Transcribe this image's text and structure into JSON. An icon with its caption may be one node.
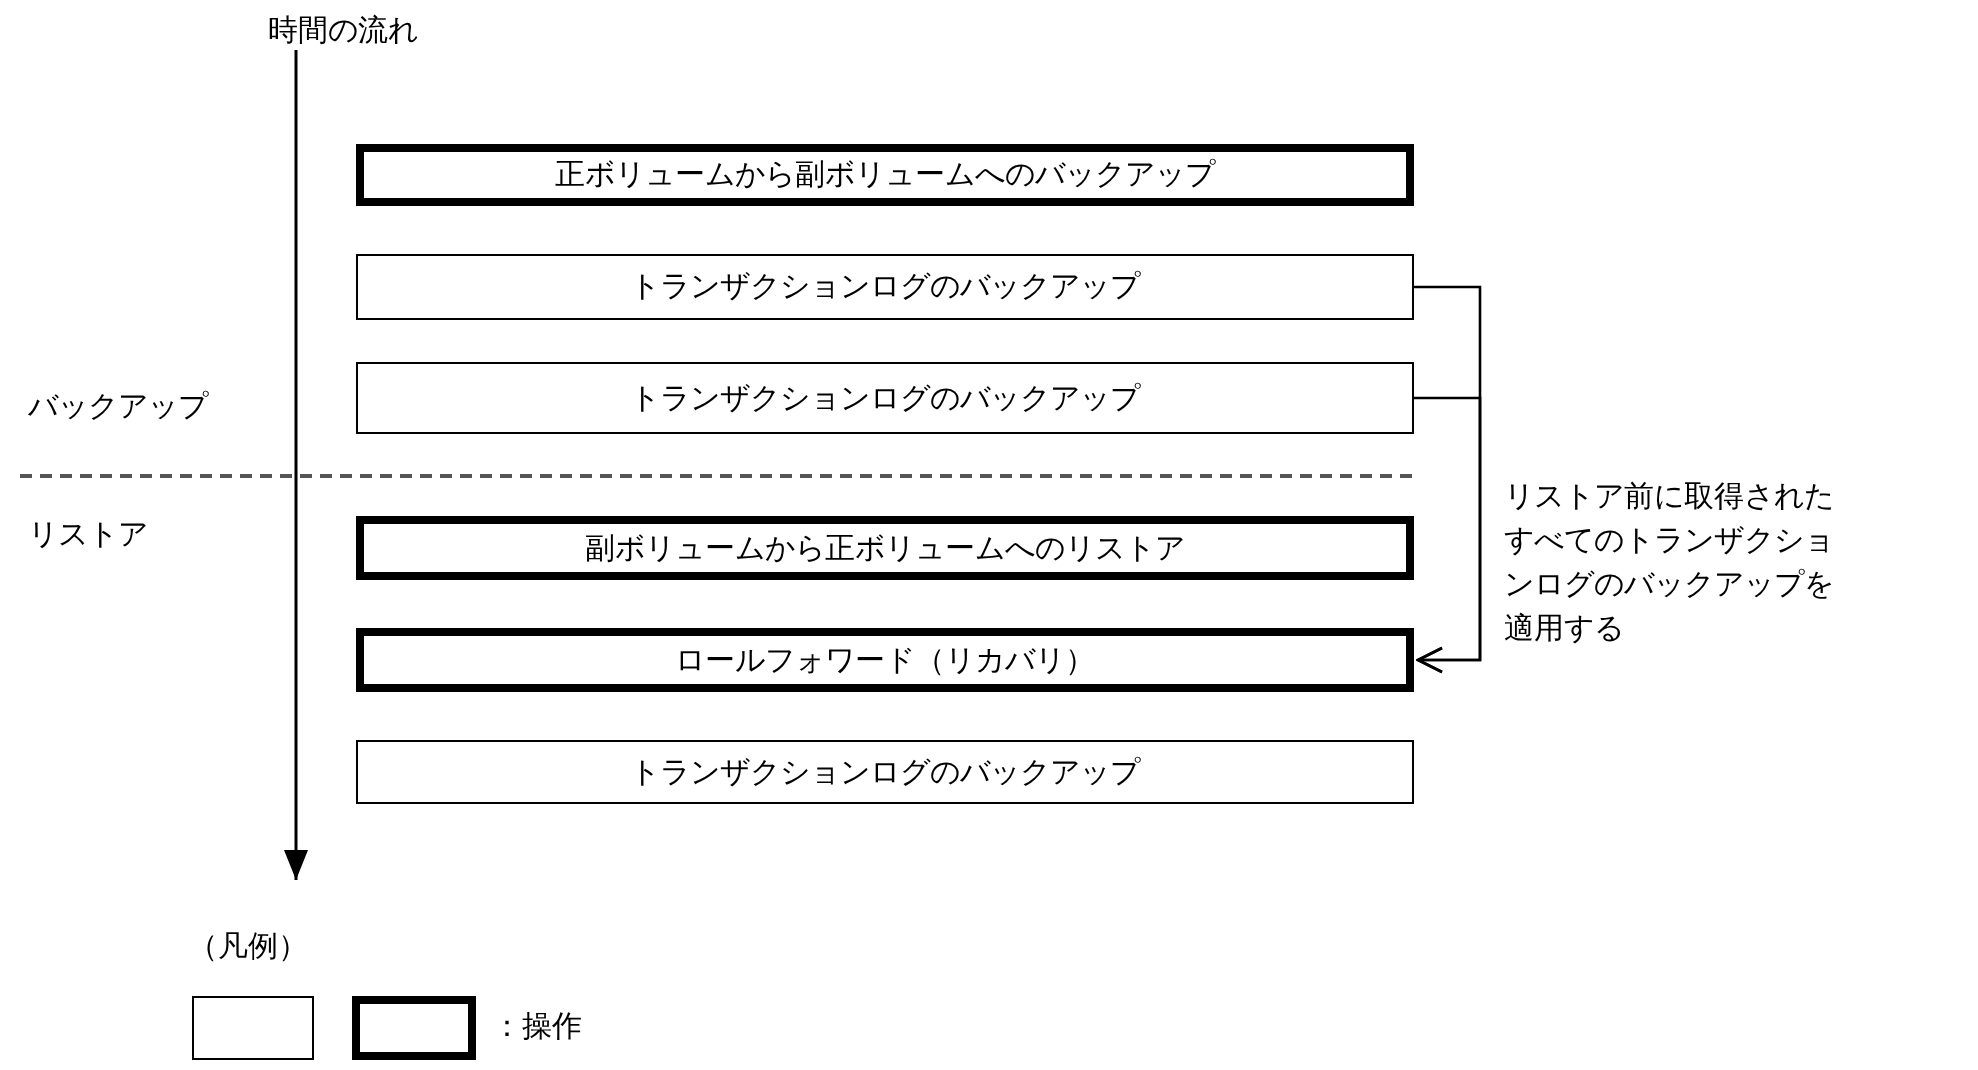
{
  "diagram": {
    "nodes": [
      {
        "text": [
          "正ボリュームから副ボリュームへのバックアップ"
        ]
      },
      {
        "text": [
          "トランザクションログのバックアップ"
        ]
      },
      {
        "text": [
          "トランザクションログのバックアップ"
        ]
      },
      {
        "text": [
          "副ボリュームから正ボリュームへのリストア"
        ]
      },
      {
        "text": [
          "ロールフォワード（リカバリ）"
        ]
      },
      {
        "text": [
          "トランザクションログのバックアップ"
        ]
      }
    ],
    "edges": [
      {
        "from": 1,
        "to": 4,
        "arrow": "to"
      },
      {
        "from": 2,
        "to": 4,
        "arrow": "to"
      }
    ],
    "labels": [
      "時間の流れ",
      "バックアップ",
      "リストア",
      "リストア前に取得されたすべてのトランザクションログのバックアップを適用する",
      "（凡例）"
    ],
    "legend": [
      {
        "text": "：操作"
      }
    ]
  }
}
